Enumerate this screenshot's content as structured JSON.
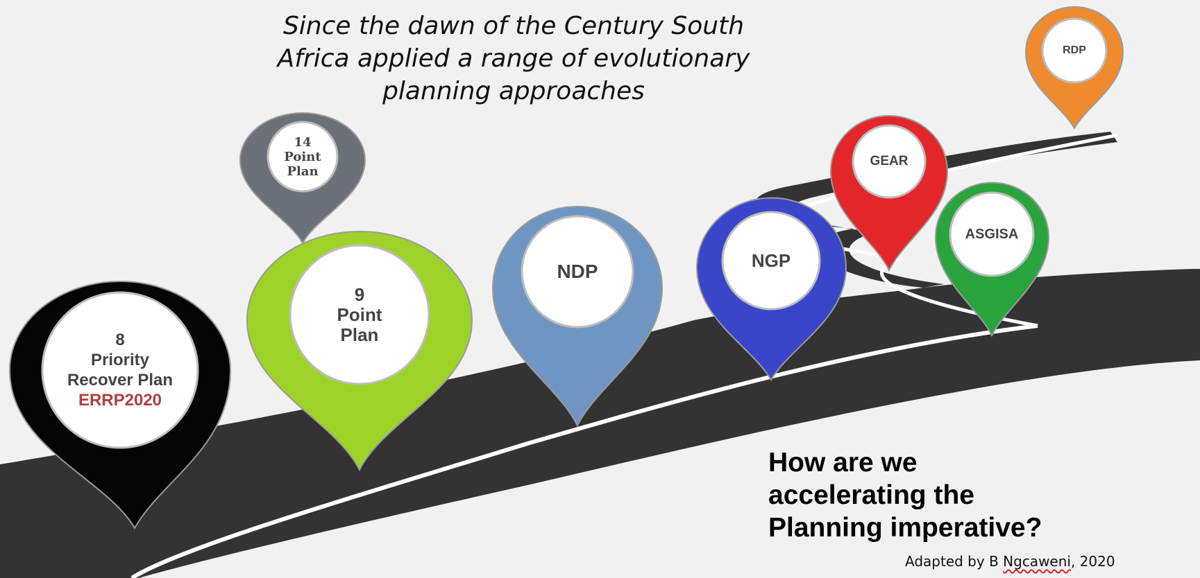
{
  "heading": {
    "line1": "Since the dawn of the Century South",
    "line2": "Africa applied a range of evolutionary",
    "line3": "planning approaches"
  },
  "question": {
    "line1": "How are we",
    "line2": "accelerating the",
    "line3": "Planning imperative?"
  },
  "credit": {
    "prefix": "Adapted by B ",
    "name": "Ngcaweni",
    "suffix": ", 2020"
  },
  "milestones": [
    {
      "id": "rdp",
      "lines": [
        "RDP"
      ],
      "color": "#ef8a2e"
    },
    {
      "id": "gear",
      "lines": [
        "GEAR"
      ],
      "color": "#e3262a"
    },
    {
      "id": "asgisa",
      "lines": [
        "ASGISA"
      ],
      "color": "#2aa43e"
    },
    {
      "id": "ngp",
      "lines": [
        "NGP"
      ],
      "color": "#3a46c9"
    },
    {
      "id": "ndp",
      "lines": [
        "NDP"
      ],
      "color": "#6f95c2"
    },
    {
      "id": "fourteen-point-plan",
      "lines": [
        "14",
        "Point",
        "Plan"
      ],
      "color": "#6c7078"
    },
    {
      "id": "nine-point-plan",
      "lines": [
        "9",
        "Point",
        "Plan"
      ],
      "color": "#9dd328"
    },
    {
      "id": "errp2020",
      "lines": [
        "8",
        "Priority",
        "Recover Plan"
      ],
      "highlight": "ERRP2020",
      "color": "#050505"
    }
  ]
}
